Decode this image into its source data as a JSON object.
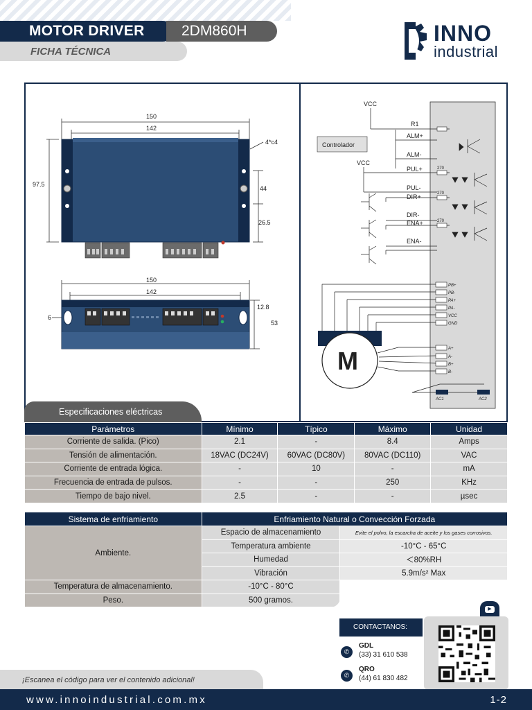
{
  "header": {
    "title": "MOTOR DRIVER",
    "model": "2DM860H",
    "subtitle": "FICHA TÉCNICA",
    "brand_name": "INNO",
    "brand_sub": "industrial"
  },
  "drawing": {
    "top_dim_150": "150",
    "top_dim_142": "142",
    "holes": "4*c4",
    "height_97_5": "97.5",
    "dim_44": "44",
    "dim_26_5": "26.5",
    "bot_dim_150": "150",
    "bot_dim_142": "142",
    "dim_12_8": "12.8",
    "dim_6": "6",
    "dim_53": "53"
  },
  "schematic": {
    "vcc_top": "VCC",
    "vcc_mid": "VCC",
    "controller": "Controlador",
    "r1": "R1",
    "alm_plus": "ALM+",
    "alm_minus": "ALM-",
    "pul_plus": "PUL+",
    "pul_minus": "PUL-",
    "dir_plus": "DIR+",
    "dir_minus": "DIR-",
    "ena_plus": "ENA+",
    "ena_minus": "ENA-",
    "res_1": "270",
    "res_2": "270",
    "res_3": "270",
    "motor": "M",
    "pins_top": [
      "PB+",
      "PB-",
      "PA+",
      "PA-",
      "VCC",
      "GND"
    ],
    "pins_motor": [
      "A+",
      "A-",
      "B+",
      "B-"
    ],
    "ac1": "AC1",
    "ac2": "AC2"
  },
  "electrical": {
    "tab_label": "Especificaciones eléctricas",
    "headers": [
      "Parámetros",
      "Mínimo",
      "Típico",
      "Máximo",
      "Unidad"
    ],
    "rows": [
      [
        "Corriente de salida. (Pico)",
        "2.1",
        "-",
        "8.4",
        "Amps"
      ],
      [
        "Tensión de alimentación.",
        "18VAC  (DC24V)",
        "60VAC  (DC80V)",
        "80VAC  (DC110)",
        "VAC"
      ],
      [
        "Corriente de entrada lógica.",
        "-",
        "10",
        "-",
        "mA"
      ],
      [
        "Frecuencia de entrada de pulsos.",
        "-",
        "-",
        "250",
        "KHz"
      ],
      [
        "Tiempo de bajo nivel.",
        "2.5",
        "-",
        "-",
        "µsec"
      ]
    ]
  },
  "cooling": {
    "header_left": "Sistema de enfriamiento",
    "header_right": "Enfriamiento Natural o Convección Forzada",
    "ambient_label": "Ambiente.",
    "ambient_rows": [
      [
        "Espacio de almacenamiento",
        "Evite el polvo, la escarcha de aceite y los gases corrosivos."
      ],
      [
        "Temperatura ambiente",
        "-10°C - 65°C"
      ],
      [
        "Humedad",
        "＜80%RH"
      ],
      [
        "Vibración",
        "5.9m/s² Max"
      ]
    ],
    "storage_label": "Temperatura de almacenamiento.",
    "storage_value": "-10°C - 80°C",
    "weight_label": "Peso.",
    "weight_value": "500 gramos."
  },
  "contact": {
    "title": "CONTACTANOS:",
    "gdl_city": "GDL",
    "gdl_phone": "(33) 31 610 538",
    "qro_city": "QRO",
    "qro_phone": "(44) 61 830 482"
  },
  "footer": {
    "scan_text": "¡Escanea el código para ver el contenido adicional!",
    "url": "www.innoindustrial.com.mx",
    "page": "1-2"
  },
  "colors": {
    "navy": "#132a4a",
    "gray": "#5e5e5e",
    "light_gray": "#d9d9d9",
    "taupe": "#bdb8b3"
  }
}
